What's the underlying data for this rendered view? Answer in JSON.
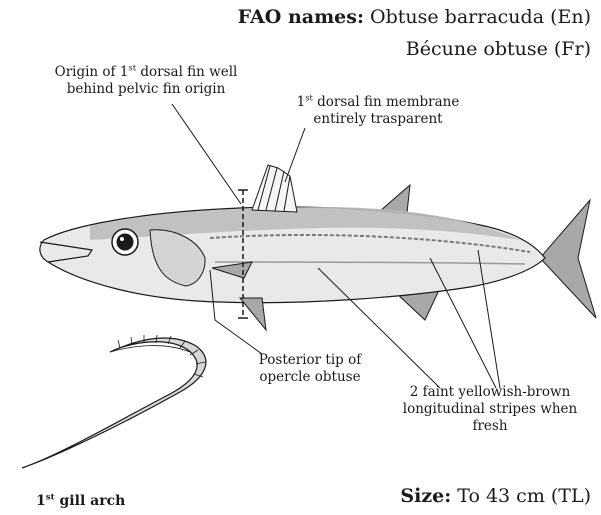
{
  "fao": {
    "label": "FAO names:",
    "name_en": "Obtuse barracuda (En)",
    "name_fr": "Bécune obtuse (Fr)"
  },
  "annotations": {
    "dorsal_origin": {
      "pre": "Origin of 1",
      "sup": "st",
      "post": " dorsal fin well",
      "line2": "behind pelvic fin origin"
    },
    "dorsal_membrane": {
      "pre": "1",
      "sup": "st",
      "post": " dorsal fin membrane",
      "line2": "entirely trasparent"
    },
    "opercle": {
      "line1": "Posterior tip of",
      "line2": "opercle obtuse"
    },
    "stripes": {
      "line1": "2 faint yellowish-brown",
      "line2": "longitudinal stripes when",
      "line3": "fresh"
    }
  },
  "gill_arch": {
    "pre": "1",
    "sup": "st",
    "post": " gill arch"
  },
  "size": {
    "label": "Size:",
    "value": "To 43 cm (TL)"
  },
  "colors": {
    "ink": "#1a1a1a",
    "fish_body": "#e9e9e9",
    "fish_back": "#bdbdbd",
    "fin": "#a8a8a8",
    "stripe": "#7a7a7a"
  },
  "icons": {
    "fish": "barracuda-illustration",
    "gill": "gill-arch-illustration"
  }
}
